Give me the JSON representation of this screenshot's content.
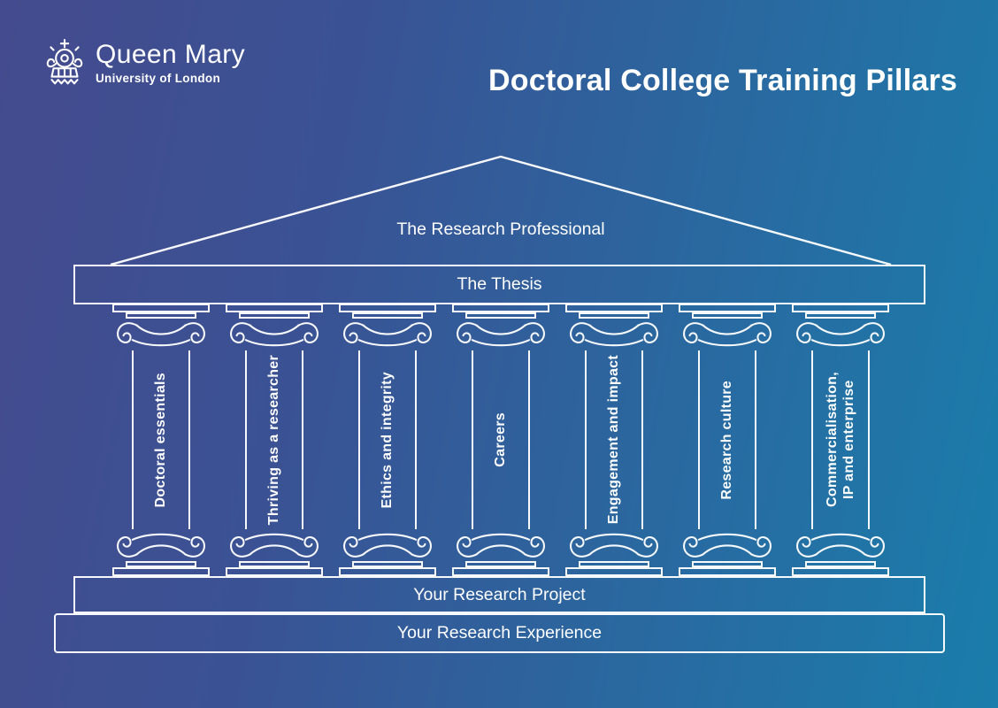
{
  "logo": {
    "name": "Queen Mary",
    "tagline": "University of London",
    "icon": "crown-icon"
  },
  "title": "Doctoral College Training Pillars",
  "pediment": {
    "label": "The Research Professional"
  },
  "entablature": {
    "label": "The Thesis"
  },
  "pillars": [
    {
      "label": "Doctoral essentials"
    },
    {
      "label": "Thriving as a researcher"
    },
    {
      "label": "Ethics and integrity"
    },
    {
      "label": "Careers"
    },
    {
      "label": "Engagement and impact"
    },
    {
      "label": "Research culture"
    },
    {
      "label": "Commercialisation,\nIP and enterprise"
    }
  ],
  "steps": [
    {
      "label": "Your Research Project"
    },
    {
      "label": "Your Research Experience"
    }
  ],
  "colors": {
    "background_left": "#444b8e",
    "background_right": "#1a7dab",
    "line": "#ffffff",
    "text": "#ffffff"
  }
}
